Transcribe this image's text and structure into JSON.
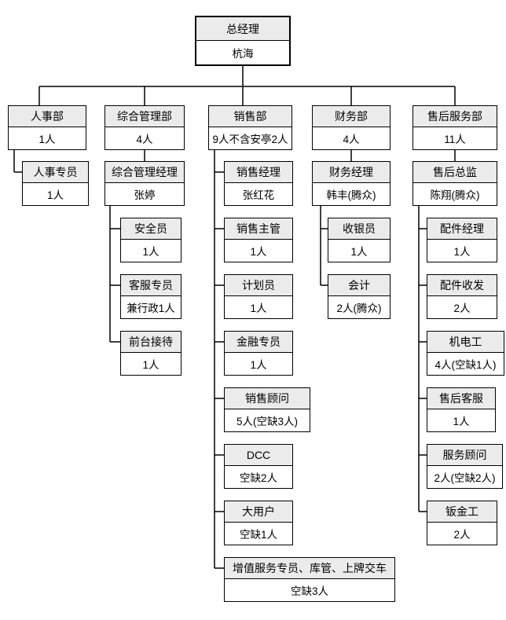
{
  "org": {
    "root": {
      "title": "总经理",
      "value": "杭海"
    },
    "hr": {
      "dept": {
        "title": "人事部",
        "value": "1人"
      },
      "children": [
        {
          "title": "人事专员",
          "value": "1人"
        }
      ]
    },
    "admin": {
      "dept": {
        "title": "综合管理部",
        "value": "4人"
      },
      "manager": {
        "title": "综合管理经理",
        "value": "张婷"
      },
      "children": [
        {
          "title": "安全员",
          "value": "1人"
        },
        {
          "title": "客服专员",
          "value": "兼行政1人"
        },
        {
          "title": "前台接待",
          "value": "1人"
        }
      ]
    },
    "sales": {
      "dept": {
        "title": "销售部",
        "value": "9人不含安亭2人"
      },
      "children": [
        {
          "title": "销售经理",
          "value": "张红花"
        },
        {
          "title": "销售主管",
          "value": "1人"
        },
        {
          "title": "计划员",
          "value": "1人"
        },
        {
          "title": "金融专员",
          "value": "1人"
        },
        {
          "title": "销售顾问",
          "value": "5人(空缺3人)"
        },
        {
          "title": "DCC",
          "value": "空缺2人"
        },
        {
          "title": "大用户",
          "value": "空缺1人"
        },
        {
          "title": "增值服务专员、库管、上牌交车",
          "value": "空缺3人"
        }
      ]
    },
    "finance": {
      "dept": {
        "title": "财务部",
        "value": "4人"
      },
      "manager": {
        "title": "财务经理",
        "value": "韩丰(腾众)"
      },
      "children": [
        {
          "title": "收银员",
          "value": "1人"
        },
        {
          "title": "会计",
          "value": "2人(腾众)"
        }
      ]
    },
    "aftersales": {
      "dept": {
        "title": "售后服务部",
        "value": "11人"
      },
      "manager": {
        "title": "售后总监",
        "value": "陈翔(腾众)"
      },
      "children": [
        {
          "title": "配件经理",
          "value": "1人"
        },
        {
          "title": "配件收发",
          "value": "2人"
        },
        {
          "title": "机电工",
          "value": "4人(空缺1人)"
        },
        {
          "title": "售后客服",
          "value": "1人"
        },
        {
          "title": "服务顾问",
          "value": "2人(空缺2人)"
        },
        {
          "title": "钣金工",
          "value": "2人"
        }
      ]
    },
    "colors": {
      "header_bg": "#ebebeb",
      "body_bg": "#ffffff",
      "border": "#000000",
      "line": "#000000"
    }
  }
}
